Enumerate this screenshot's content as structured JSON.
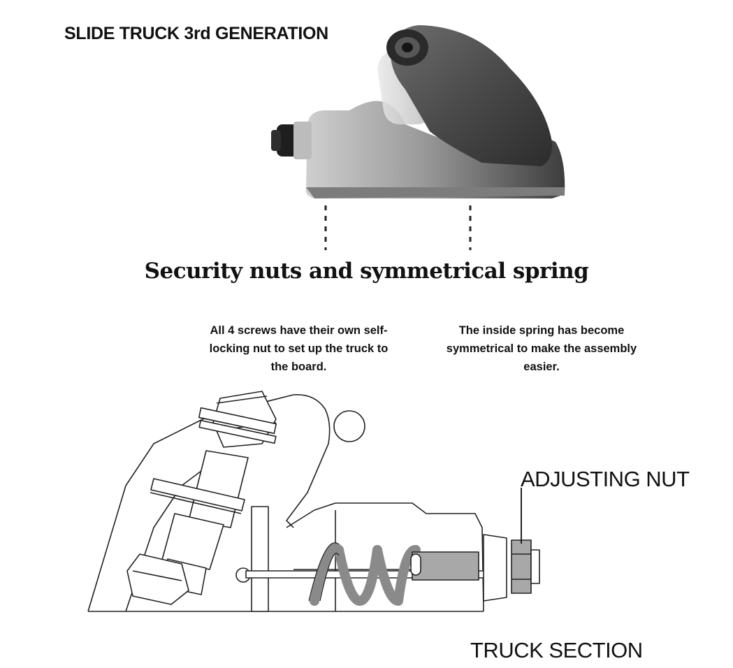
{
  "header": {
    "title": "SLIDE TRUCK 3rd GENERATION"
  },
  "headline": "Security nuts and symmetrical spring",
  "descriptions": {
    "left": "All 4 screws have their own self-locking nut to set up the truck to the board.",
    "right": "The inside spring has become symmetrical to make the assembly easier."
  },
  "callouts": {
    "adjusting_nut": "ADJUSTING NUT"
  },
  "caption": "TRUCK SECTION",
  "colors": {
    "text": "#111111",
    "metal_dark": "#3c3c3c",
    "metal_light": "#a8a8a8",
    "spring": "#8f8f8f",
    "line": "#222222"
  }
}
